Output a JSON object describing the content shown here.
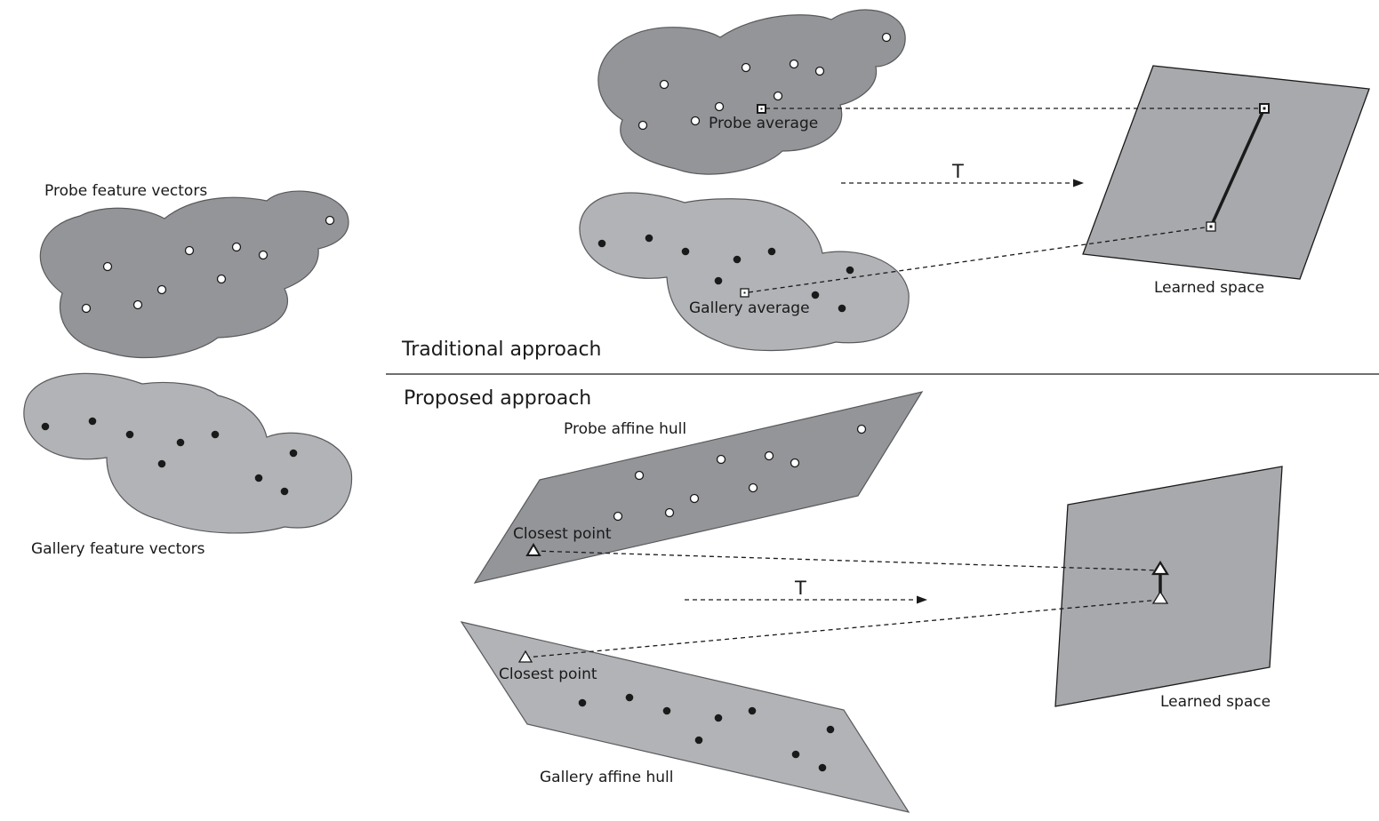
{
  "labels": {
    "probe_feature_vectors": "Probe feature vectors",
    "gallery_feature_vectors": "Gallery feature vectors",
    "probe_average": "Probe average",
    "gallery_average": "Gallery average",
    "learned_space_top": "Learned space",
    "traditional_approach": "Traditional approach",
    "proposed_approach": "Proposed approach",
    "probe_affine_hull": "Probe affine hull",
    "gallery_affine_hull": "Gallery affine hull",
    "closest_point_probe": "Closest point",
    "closest_point_gallery": "Closest point",
    "learned_space_bottom": "Learned space",
    "transform_top": "T",
    "transform_bottom": "T"
  },
  "colors": {
    "probe_fill": "#939598",
    "gallery_fill": "#b1b3b6",
    "learned_space_fill": "#a7a9ac",
    "outline": "#58595b",
    "ink": "#1a1a1a",
    "probe_point": "#ffffff",
    "gallery_point": "#1a1a1a"
  },
  "markers": {
    "probe_point": "open-circle",
    "gallery_point": "filled-circle",
    "average": "square",
    "closest_point": "triangle"
  }
}
